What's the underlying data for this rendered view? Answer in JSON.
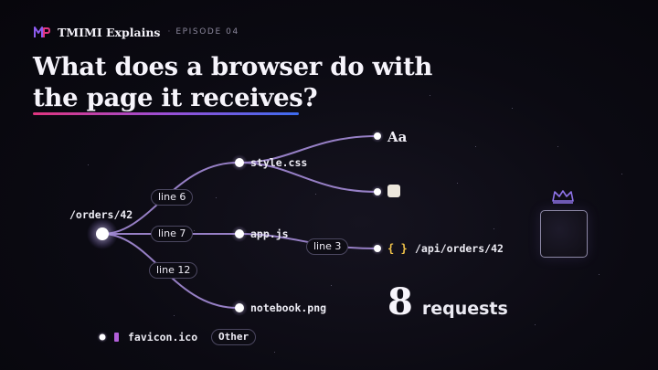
{
  "header": {
    "brand": "TMIMI Explains",
    "episode": "EPISODE 04"
  },
  "title": {
    "line1": "What does a browser do with",
    "line2": "the page it receives?"
  },
  "diagram": {
    "root": "/orders/42",
    "edges": {
      "line6": "line 6",
      "line7": "line 7",
      "line12": "line 12",
      "line3": "line 3"
    },
    "nodes": {
      "style": "style.css",
      "app": "app.js",
      "notebook": "notebook.png",
      "api": "/api/orders/42",
      "favicon": "favicon.ico",
      "font_glyph": "Aa",
      "json_glyph": "{ }"
    },
    "other_tag": "Other"
  },
  "stats": {
    "count": "8",
    "label": "requests"
  },
  "colors": {
    "accent_pink": "#e0357f",
    "accent_purple": "#9b4fd6",
    "accent_blue": "#3d6cf0",
    "edge": "#a58cd8",
    "json": "#f2c44a",
    "favicon": "#b25fd9"
  }
}
